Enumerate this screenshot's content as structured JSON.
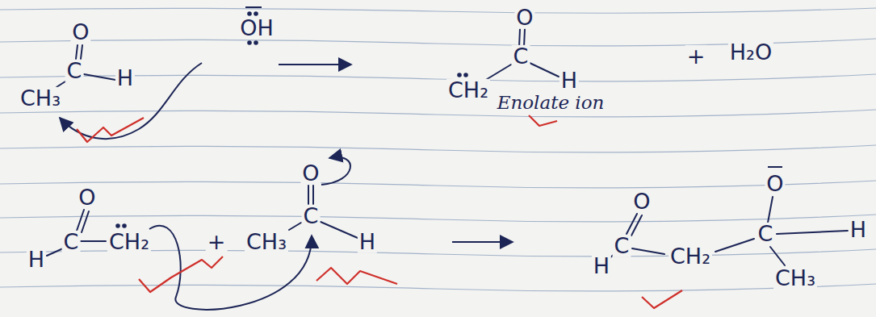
{
  "diagram": {
    "labels": [
      "O",
      "C",
      "H",
      "CH₃",
      "OH",
      "CH₂",
      "O",
      "C",
      "H",
      "+",
      "H₂O",
      "Enolate ion",
      "O",
      "H",
      "C",
      "CH₂",
      "+",
      "O",
      "C",
      "H",
      "CH₃",
      "O",
      "H",
      "C",
      "CH₂",
      "O",
      "C",
      "H",
      "CH₃"
    ]
  }
}
